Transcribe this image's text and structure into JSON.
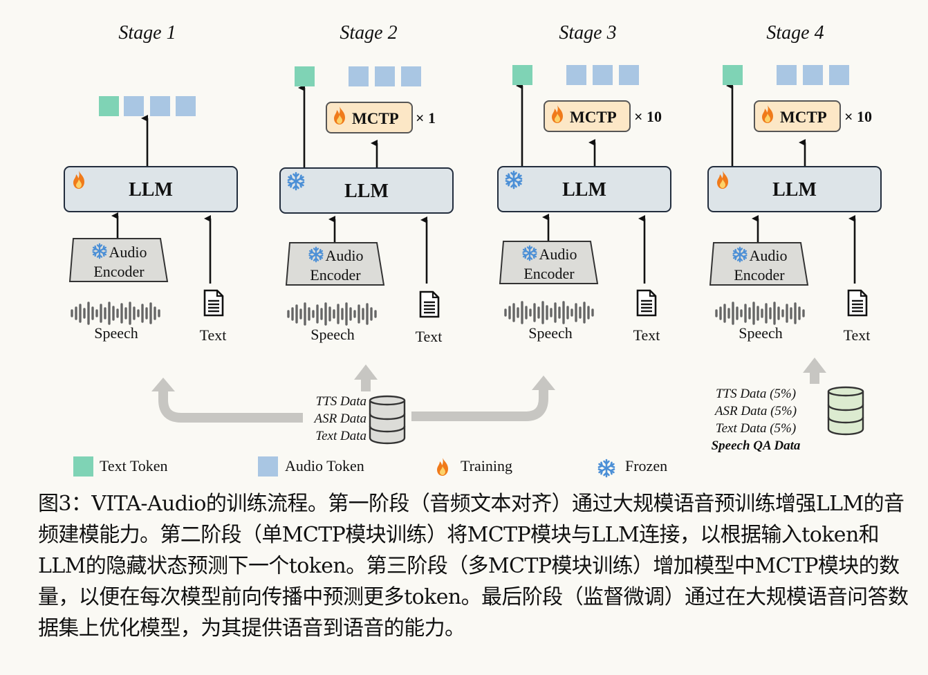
{
  "stages": [
    {
      "title": "Stage 1",
      "llm_label": "LLM",
      "llm_state": "training",
      "mctp": null
    },
    {
      "title": "Stage 2",
      "llm_label": "LLM",
      "llm_state": "frozen",
      "mctp": {
        "label": "MCTP",
        "multiplier": "1"
      }
    },
    {
      "title": "Stage 3",
      "llm_label": "LLM",
      "llm_state": "frozen",
      "mctp": {
        "label": "MCTP",
        "multiplier": "10"
      }
    },
    {
      "title": "Stage 4",
      "llm_label": "LLM",
      "llm_state": "training",
      "mctp": {
        "label": "MCTP",
        "multiplier": "10"
      }
    }
  ],
  "encoder": {
    "line1": "Audio",
    "line2": "Encoder"
  },
  "speech_label": "Speech",
  "text_label": "Text",
  "data_shared": [
    "TTS Data",
    "ASR Data",
    "Text Data"
  ],
  "data_stage4": [
    "TTS Data (5%)",
    "ASR Data (5%)",
    "Text Data (5%)",
    "Speech QA Data"
  ],
  "legend": {
    "text_token": "Text Token",
    "audio_token": "Audio Token",
    "training": "Training",
    "frozen": "Frozen"
  },
  "colors": {
    "text_token": "#7fd3b5",
    "audio_token": "#a9c6e3",
    "llm_fill": "#dde4e8",
    "mctp_fill": "#fce7c6",
    "encoder_fill": "#dcdcd8",
    "qa_db_fill": "#dcebd0"
  },
  "icons": {
    "training": "fire-icon",
    "frozen": "snowflake-icon",
    "text": "document-icon",
    "speech": "waveform-icon",
    "data": "database-icon"
  },
  "caption": "图3：VITA-Audio的训练流程。第一阶段（音频文本对齐）通过大规模语音预训练增强LLM的音频建模能力。第二阶段（单MCTP模块训练）将MCTP模块与LLM连接，以根据输入token和LLM的隐藏状态预测下一个token。第三阶段（多MCTP模块训练）增加模型中MCTP模块的数量，以便在每次模型前向传播中预测更多token。最后阶段（监督微调）通过在大规模语音问答数据集上优化模型，为其提供语音到语音的能力。"
}
